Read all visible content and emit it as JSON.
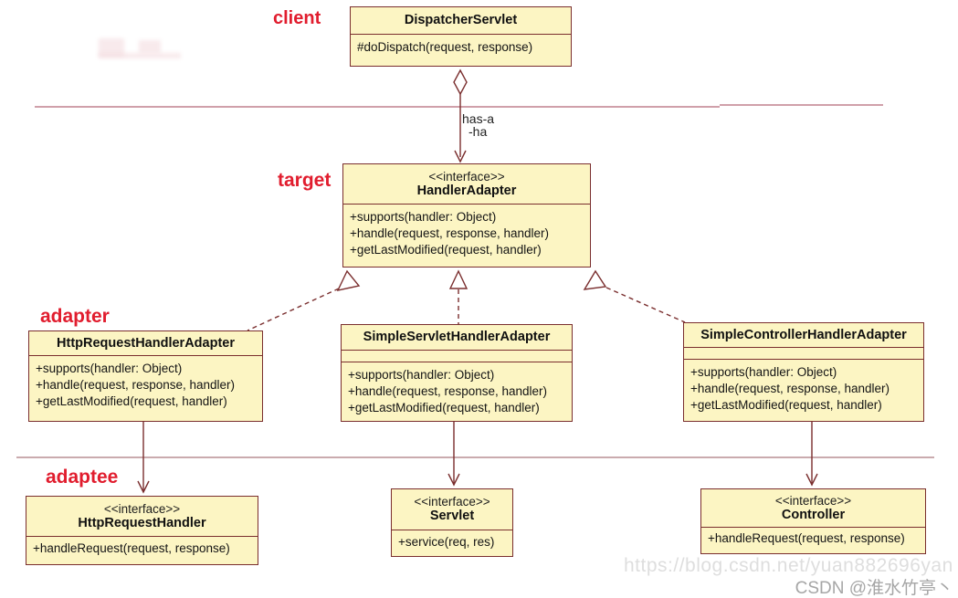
{
  "diagram": {
    "roles": {
      "client": "client",
      "target": "target",
      "adapter": "adapter",
      "adaptee": "adaptee"
    },
    "aggregation_label": {
      "line1": "has-a",
      "line2": "-ha"
    },
    "classes": {
      "dispatcher_servlet": {
        "name": "DispatcherServlet",
        "methods": [
          "#doDispatch(request, response)"
        ]
      },
      "handler_adapter": {
        "stereotype": "<<interface>>",
        "name": "HandlerAdapter",
        "methods": [
          "+supports(handler: Object)",
          "+handle(request, response, handler)",
          "+getLastModified(request, handler)"
        ]
      },
      "http_request_handler_adapter": {
        "name": "HttpRequestHandlerAdapter",
        "methods": [
          "+supports(handler: Object)",
          "+handle(request, response, handler)",
          "+getLastModified(request, handler)"
        ]
      },
      "simple_servlet_handler_adapter": {
        "name": "SimpleServletHandlerAdapter",
        "methods": [
          "+supports(handler: Object)",
          "+handle(request, response, handler)",
          "+getLastModified(request, handler)"
        ]
      },
      "simple_controller_handler_adapter": {
        "name": "SimpleControllerHandlerAdapter",
        "methods": [
          "+supports(handler: Object)",
          "+handle(request, response, handler)",
          "+getLastModified(request, handler)"
        ]
      },
      "http_request_handler": {
        "stereotype": "<<interface>>",
        "name": "HttpRequestHandler",
        "methods": [
          "+handleRequest(request, response)"
        ]
      },
      "servlet": {
        "stereotype": "<<interface>>",
        "name": "Servlet",
        "methods": [
          "+service(req, res)"
        ]
      },
      "controller": {
        "stereotype": "<<interface>>",
        "name": "Controller",
        "methods": [
          "+handleRequest(request, response)"
        ]
      }
    },
    "watermark": {
      "url": "https://blog.csdn.net/yuan882696yan",
      "credit": "CSDN @淮水竹亭丶"
    },
    "colors": {
      "box_fill": "#fcf5c3",
      "box_border": "#7a2e2e",
      "role_label": "#e11d2e",
      "section_line_top": "#c9929e",
      "section_line_bottom": "#b98f93"
    }
  }
}
